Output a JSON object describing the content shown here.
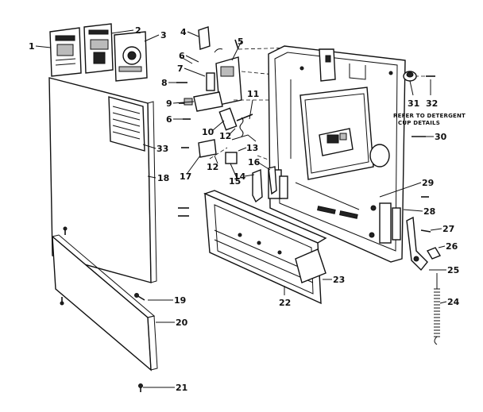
{
  "diagram": {
    "callouts": {
      "c1": "1",
      "c2": "2",
      "c3": "3",
      "c4": "4",
      "c5": "5",
      "c6a": "6",
      "c6b": "6",
      "c7": "7",
      "c8": "8",
      "c9": "9",
      "c10": "10",
      "c11": "11",
      "c12a": "12",
      "c12b": "12",
      "c13": "13",
      "c14": "14",
      "c15": "15",
      "c16": "16",
      "c17": "17",
      "c18": "18",
      "c19": "19",
      "c20": "20",
      "c21": "21",
      "c22": "22",
      "c23": "23",
      "c24": "24",
      "c25": "25",
      "c26": "26",
      "c27": "27",
      "c28": "28",
      "c29": "29",
      "c30": "30",
      "c31": "31",
      "c32": "32",
      "c33": "33"
    },
    "note_line1": "REFER TO DETERGENT",
    "note_line2": "CUP DETAILS"
  }
}
